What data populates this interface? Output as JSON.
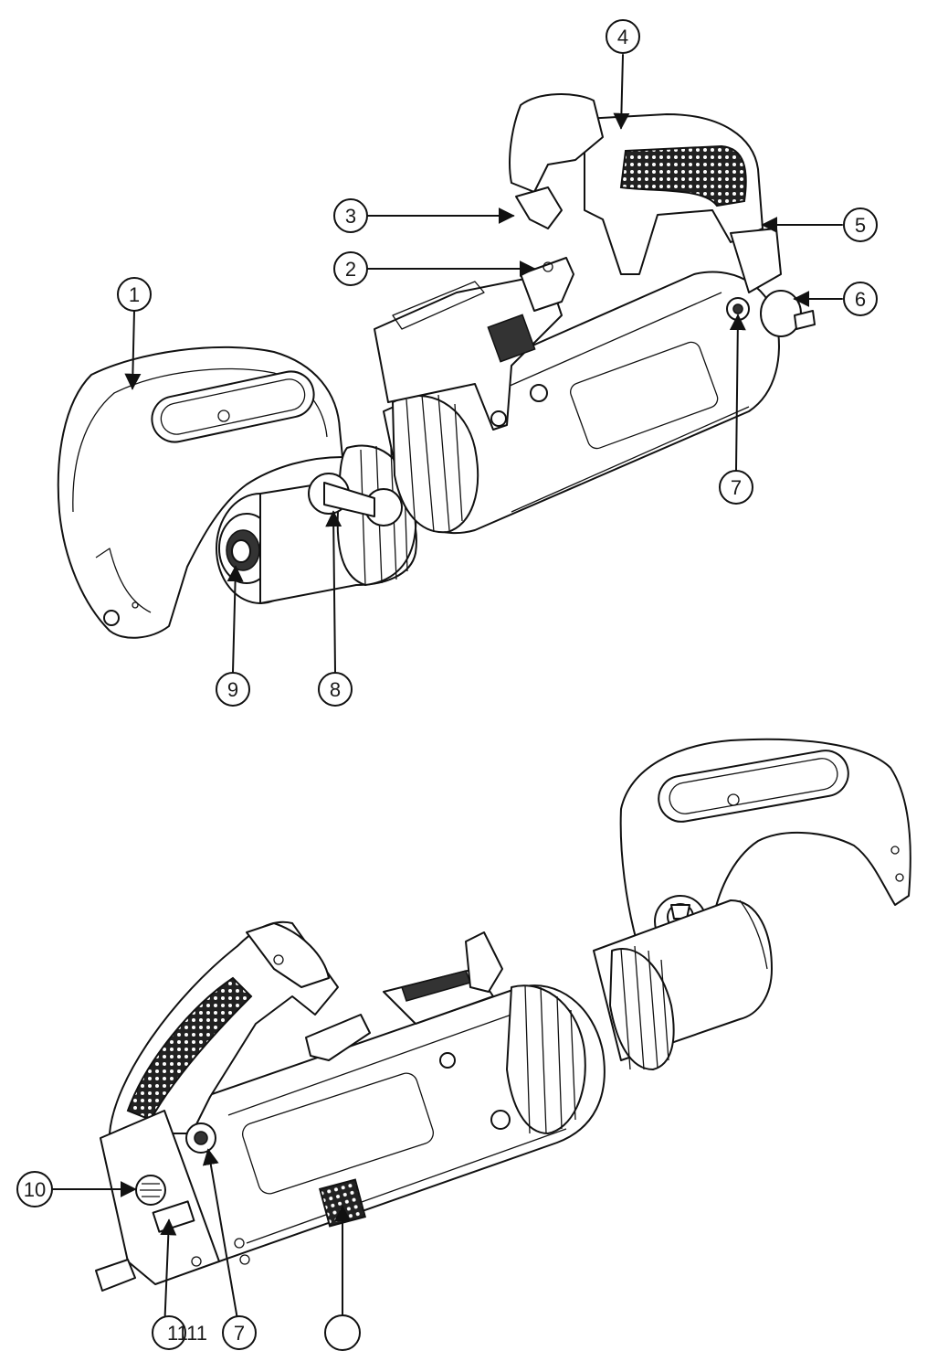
{
  "callouts": {
    "c1": "1",
    "c2": "2",
    "c3": "3",
    "c4": "4",
    "c5": "5",
    "c6": "6",
    "c7a": "7",
    "c8": "8",
    "c9": "9",
    "c10": "10",
    "c11": "1111",
    "c7b": "7",
    "c12": ""
  }
}
